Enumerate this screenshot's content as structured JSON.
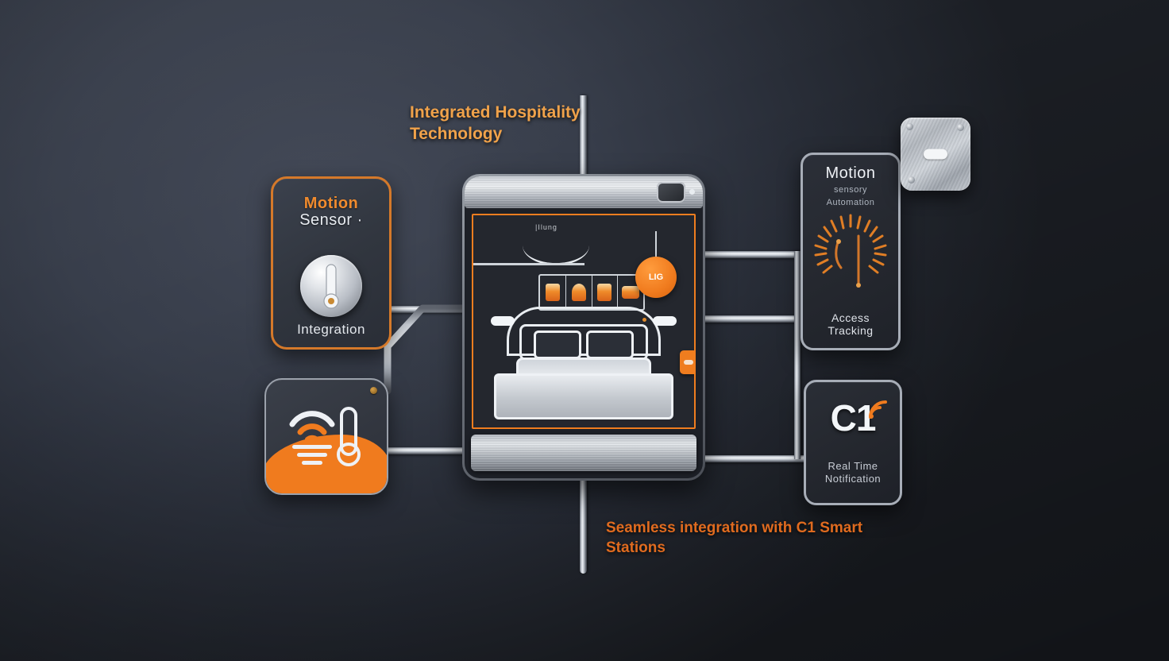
{
  "theme": {
    "background_dark": "#22262e",
    "accent_orange": "#f07b1e",
    "title_orange": "#f0a24a",
    "metal_silver": "#cfd4da",
    "text_light": "#e9edf1"
  },
  "captions": {
    "title": "Integrated Hospitality Technology",
    "footer": "Seamless integration with C1 Smart Stations"
  },
  "cards": {
    "motion_sensor": {
      "title_line1": "Motion",
      "title_line2": "Sensor ·",
      "footer": "Integration",
      "icon": "thermometer-dial-icon"
    },
    "wifi_thermo": {
      "icon_wifi": "wifi-signal-icon",
      "icon_thermo": "thermometer-icon",
      "screw": "screw-icon"
    },
    "access_tracking": {
      "title": "Motion",
      "subtitle_line1": "sensory",
      "subtitle_line2": "Automation",
      "footer_line1": "Access",
      "footer_line2": "Tracking",
      "icon": "radial-gauge-icon"
    },
    "c1_station": {
      "logo": "C1",
      "footer_line1": "Real Time",
      "footer_line2": "Notification",
      "icon": "wifi-signal-icon"
    },
    "metal_plate": {
      "label": "brushed-metal-panel",
      "indicator": "oval-indicator"
    }
  },
  "tablet": {
    "camera": "camera-icon",
    "led": "status-led",
    "screen": {
      "header_text": "|Ilung",
      "badge_text": "LIG",
      "icons": [
        "amenity-icon-1",
        "amenity-icon-2",
        "amenity-icon-3",
        "amenity-icon-4"
      ],
      "illustration": "hotel-bed-illustration"
    }
  },
  "connectors": {
    "top_rod": "vertical-connector-top",
    "bottom_rod": "vertical-connector-bottom",
    "left_upper_rod": "connector-motion-sensor",
    "left_lower_rod": "connector-wifi-thermo",
    "right_upper_rod": "connector-access-tracking",
    "right_lower_rod": "connector-c1-station"
  }
}
